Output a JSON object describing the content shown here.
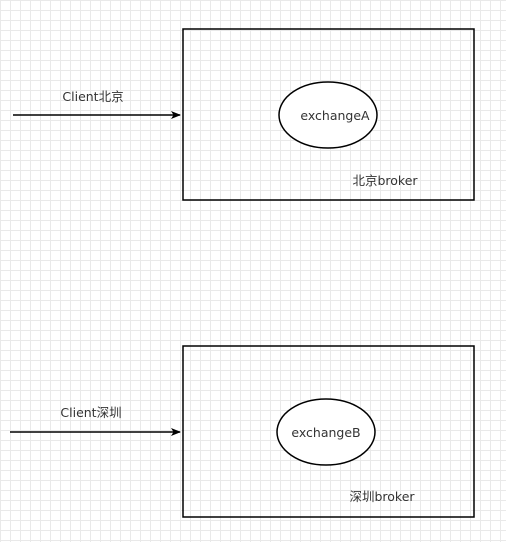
{
  "diagram": {
    "clients": [
      {
        "label": "Client北京"
      },
      {
        "label": "Client深圳"
      }
    ],
    "brokers": [
      {
        "label": "北京broker",
        "exchange": "exchangeA"
      },
      {
        "label": "深圳broker",
        "exchange": "exchangeB"
      }
    ]
  },
  "colors": {
    "stroke": "#000000",
    "text": "#333333",
    "grid": "#e9e9e9",
    "background": "#ffffff"
  }
}
